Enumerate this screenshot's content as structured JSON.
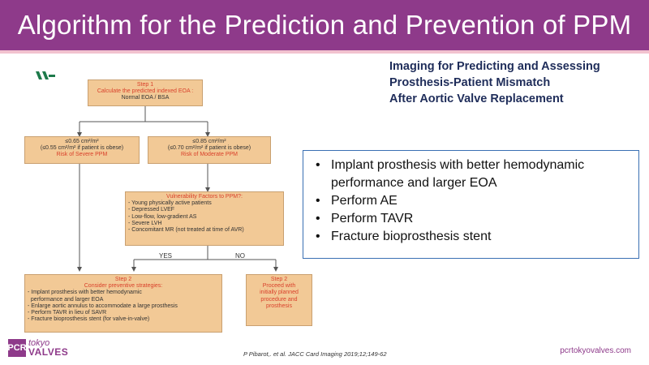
{
  "header": {
    "title": "Algorithm for the Prediction and Prevention of PPM"
  },
  "journal_title": {
    "line1": "Imaging for Predicting and Assessing",
    "line2": "Prosthesis-Patient Mismatch",
    "line3": "After Aortic Valve Replacement"
  },
  "flowchart": {
    "step1": {
      "label": "Step 1",
      "text": "Calculate the predicted indexed EOA :",
      "formula": "Normal EOA / BSA"
    },
    "severe": {
      "line1": "≤0.65 cm²/m²",
      "line2": "(≤0.55 cm²/m² if patient is obese)",
      "risk": "Risk of Severe PPM"
    },
    "moderate": {
      "line1": "≤0.85 cm²/m²",
      "line2": "(≤0.70 cm²/m² if patient is obese)",
      "risk": "Risk of Moderate PPM"
    },
    "vulnerability": {
      "title": "Vulnerability Factors to PPM?:",
      "items": [
        "- Young physically active patients",
        "- Depressed LVEF",
        "- Low-flow, low-gradient AS",
        "- Severe LVH",
        "- Concomitant MR (not treated at time of AVR)"
      ]
    },
    "yes_label": "YES",
    "no_label": "NO",
    "step2a": {
      "label": "Step 2",
      "title": "Consider preventive strategies:",
      "items": [
        "- Implant prosthesis with better hemodynamic",
        "  performance and larger EOA",
        "- Enlarge aortic annulus to accommodate a large prosthesis",
        "- Perform TAVR in lieu of SAVR",
        "- Fracture bioprosthesis stent (for valve-in-valve)"
      ]
    },
    "step2b": {
      "label": "Step 2",
      "lines": [
        "Proceed with",
        "initially planned",
        "procedure and",
        "prosthesis"
      ]
    }
  },
  "bullets": [
    "Implant prosthesis with better hemodynamic performance and larger EOA",
    "Perform AE",
    "Perform TAVR",
    "Fracture bioprosthesis stent"
  ],
  "footer": {
    "logo_pcr": "PCR",
    "logo_tokyo": "tokyo",
    "logo_valves": "VALVES",
    "citation": "P Pibarot,. et al. JACC Card Imaging 2019;12;149-62",
    "website": "pcrtokyovalves.com"
  },
  "colors": {
    "brand": "#8e3a8a",
    "box_fill": "#f2c996",
    "risk_text": "#d9412b",
    "journal_title": "#1f2d5a"
  }
}
